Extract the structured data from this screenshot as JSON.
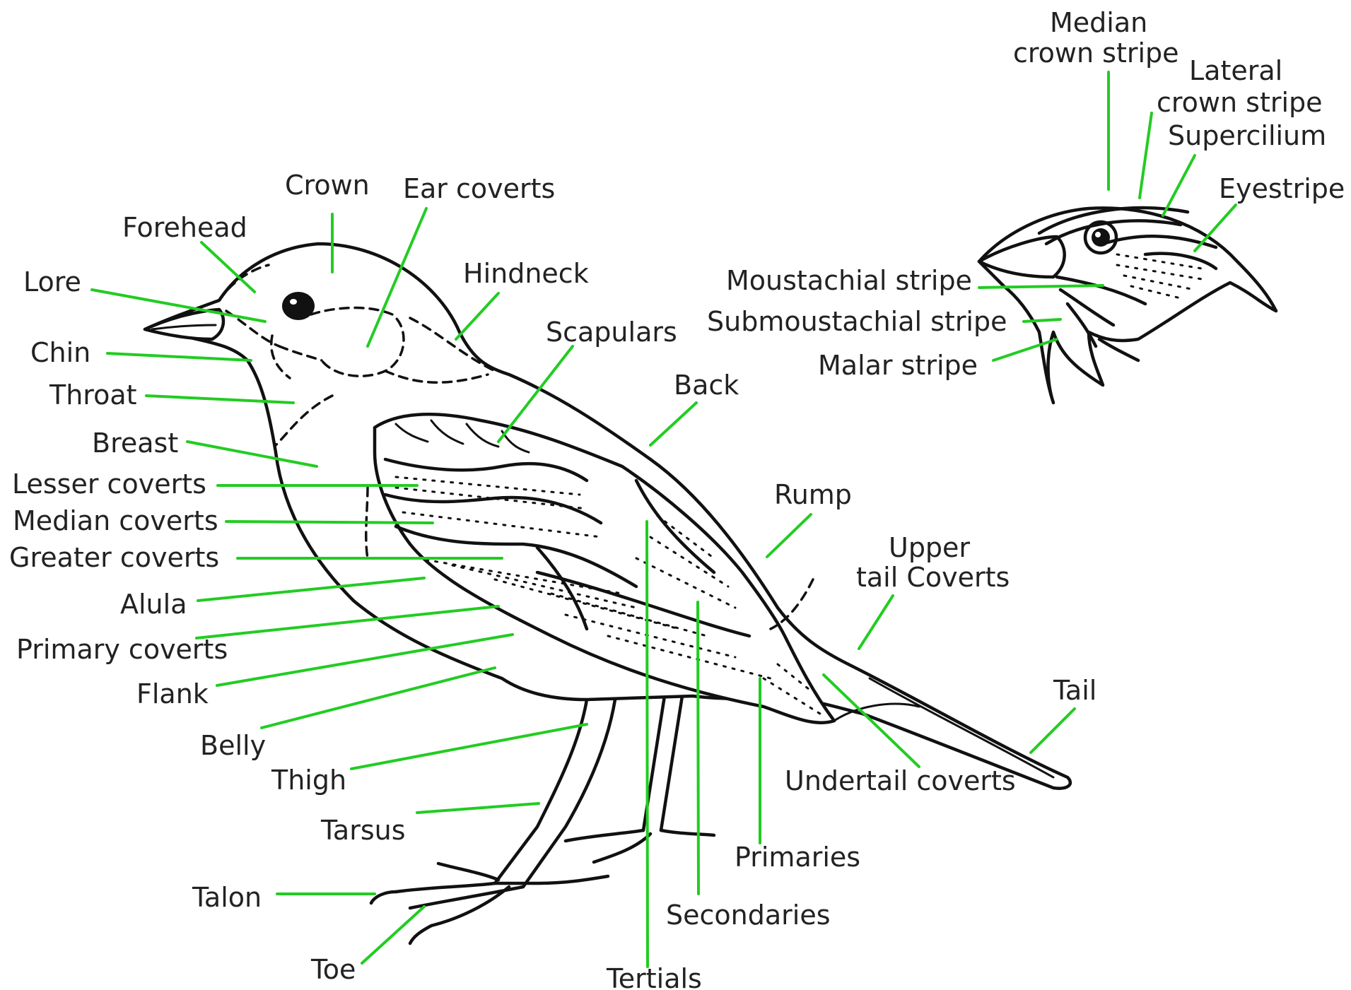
{
  "colors": {
    "leader": "#22cc22",
    "ink": "#111111",
    "text": "#222222",
    "background": "#ffffff"
  },
  "labels": {
    "crown": "Crown",
    "ear_coverts": "Ear coverts",
    "forehead": "Forehead",
    "lore": "Lore",
    "hindneck": "Hindneck",
    "chin": "Chin",
    "throat": "Throat",
    "scapulars": "Scapulars",
    "back": "Back",
    "breast": "Breast",
    "lesser_coverts": "Lesser coverts",
    "median_coverts": "Median coverts",
    "greater_coverts": "Greater coverts",
    "alula": "Alula",
    "primary_coverts": "Primary coverts",
    "flank": "Flank",
    "belly": "Belly",
    "thigh": "Thigh",
    "tarsus": "Tarsus",
    "talon": "Talon",
    "toe": "Toe",
    "tertials": "Tertials",
    "secondaries": "Secondaries",
    "primaries": "Primaries",
    "rump": "Rump",
    "upper_tail_coverts_1": "Upper",
    "upper_tail_coverts_2": "tail Coverts",
    "tail": "Tail",
    "undertail_coverts": "Undertail coverts",
    "median_crown_stripe_1": "Median",
    "median_crown_stripe_2": "crown stripe",
    "lateral_crown_stripe_1": "Lateral",
    "lateral_crown_stripe_2": "crown stripe",
    "supercilium": "Supercilium",
    "eyestripe": "Eyestripe",
    "moustachial_stripe": "Moustachial stripe",
    "submoustachial_stripe": "Submoustachial stripe",
    "malar_stripe": "Malar stripe"
  }
}
